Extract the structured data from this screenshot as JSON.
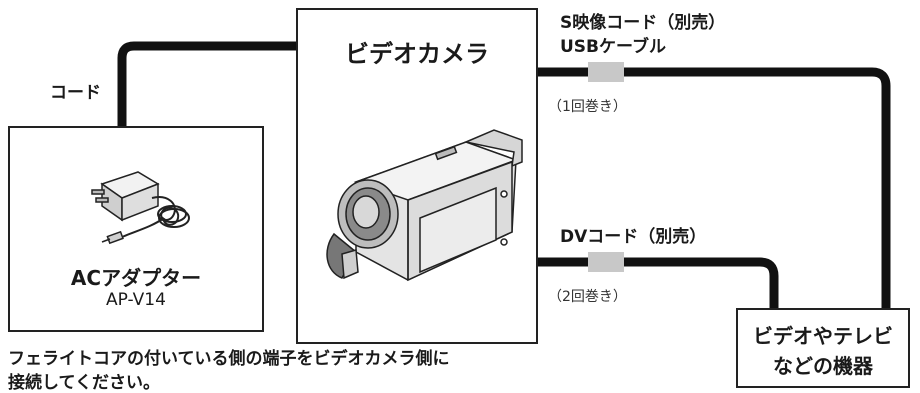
{
  "camera": {
    "title": "ビデオカメラ"
  },
  "adapter": {
    "title": "ACアダプター",
    "model": "AP-V14"
  },
  "device": {
    "line1": "ビデオやテレビ",
    "line2": "などの機器"
  },
  "labels": {
    "cord": "コード",
    "svideo_cord": "S映像コード（別売）",
    "usb_cable": "USBケーブル",
    "dv_cord": "DVコード（別売）",
    "wind_once": "（1回巻き）",
    "wind_twice": "（2回巻き）"
  },
  "note": {
    "line1": "フェライトコアの付いている側の端子をビデオカメラ側に",
    "line2": "接続してください。"
  }
}
